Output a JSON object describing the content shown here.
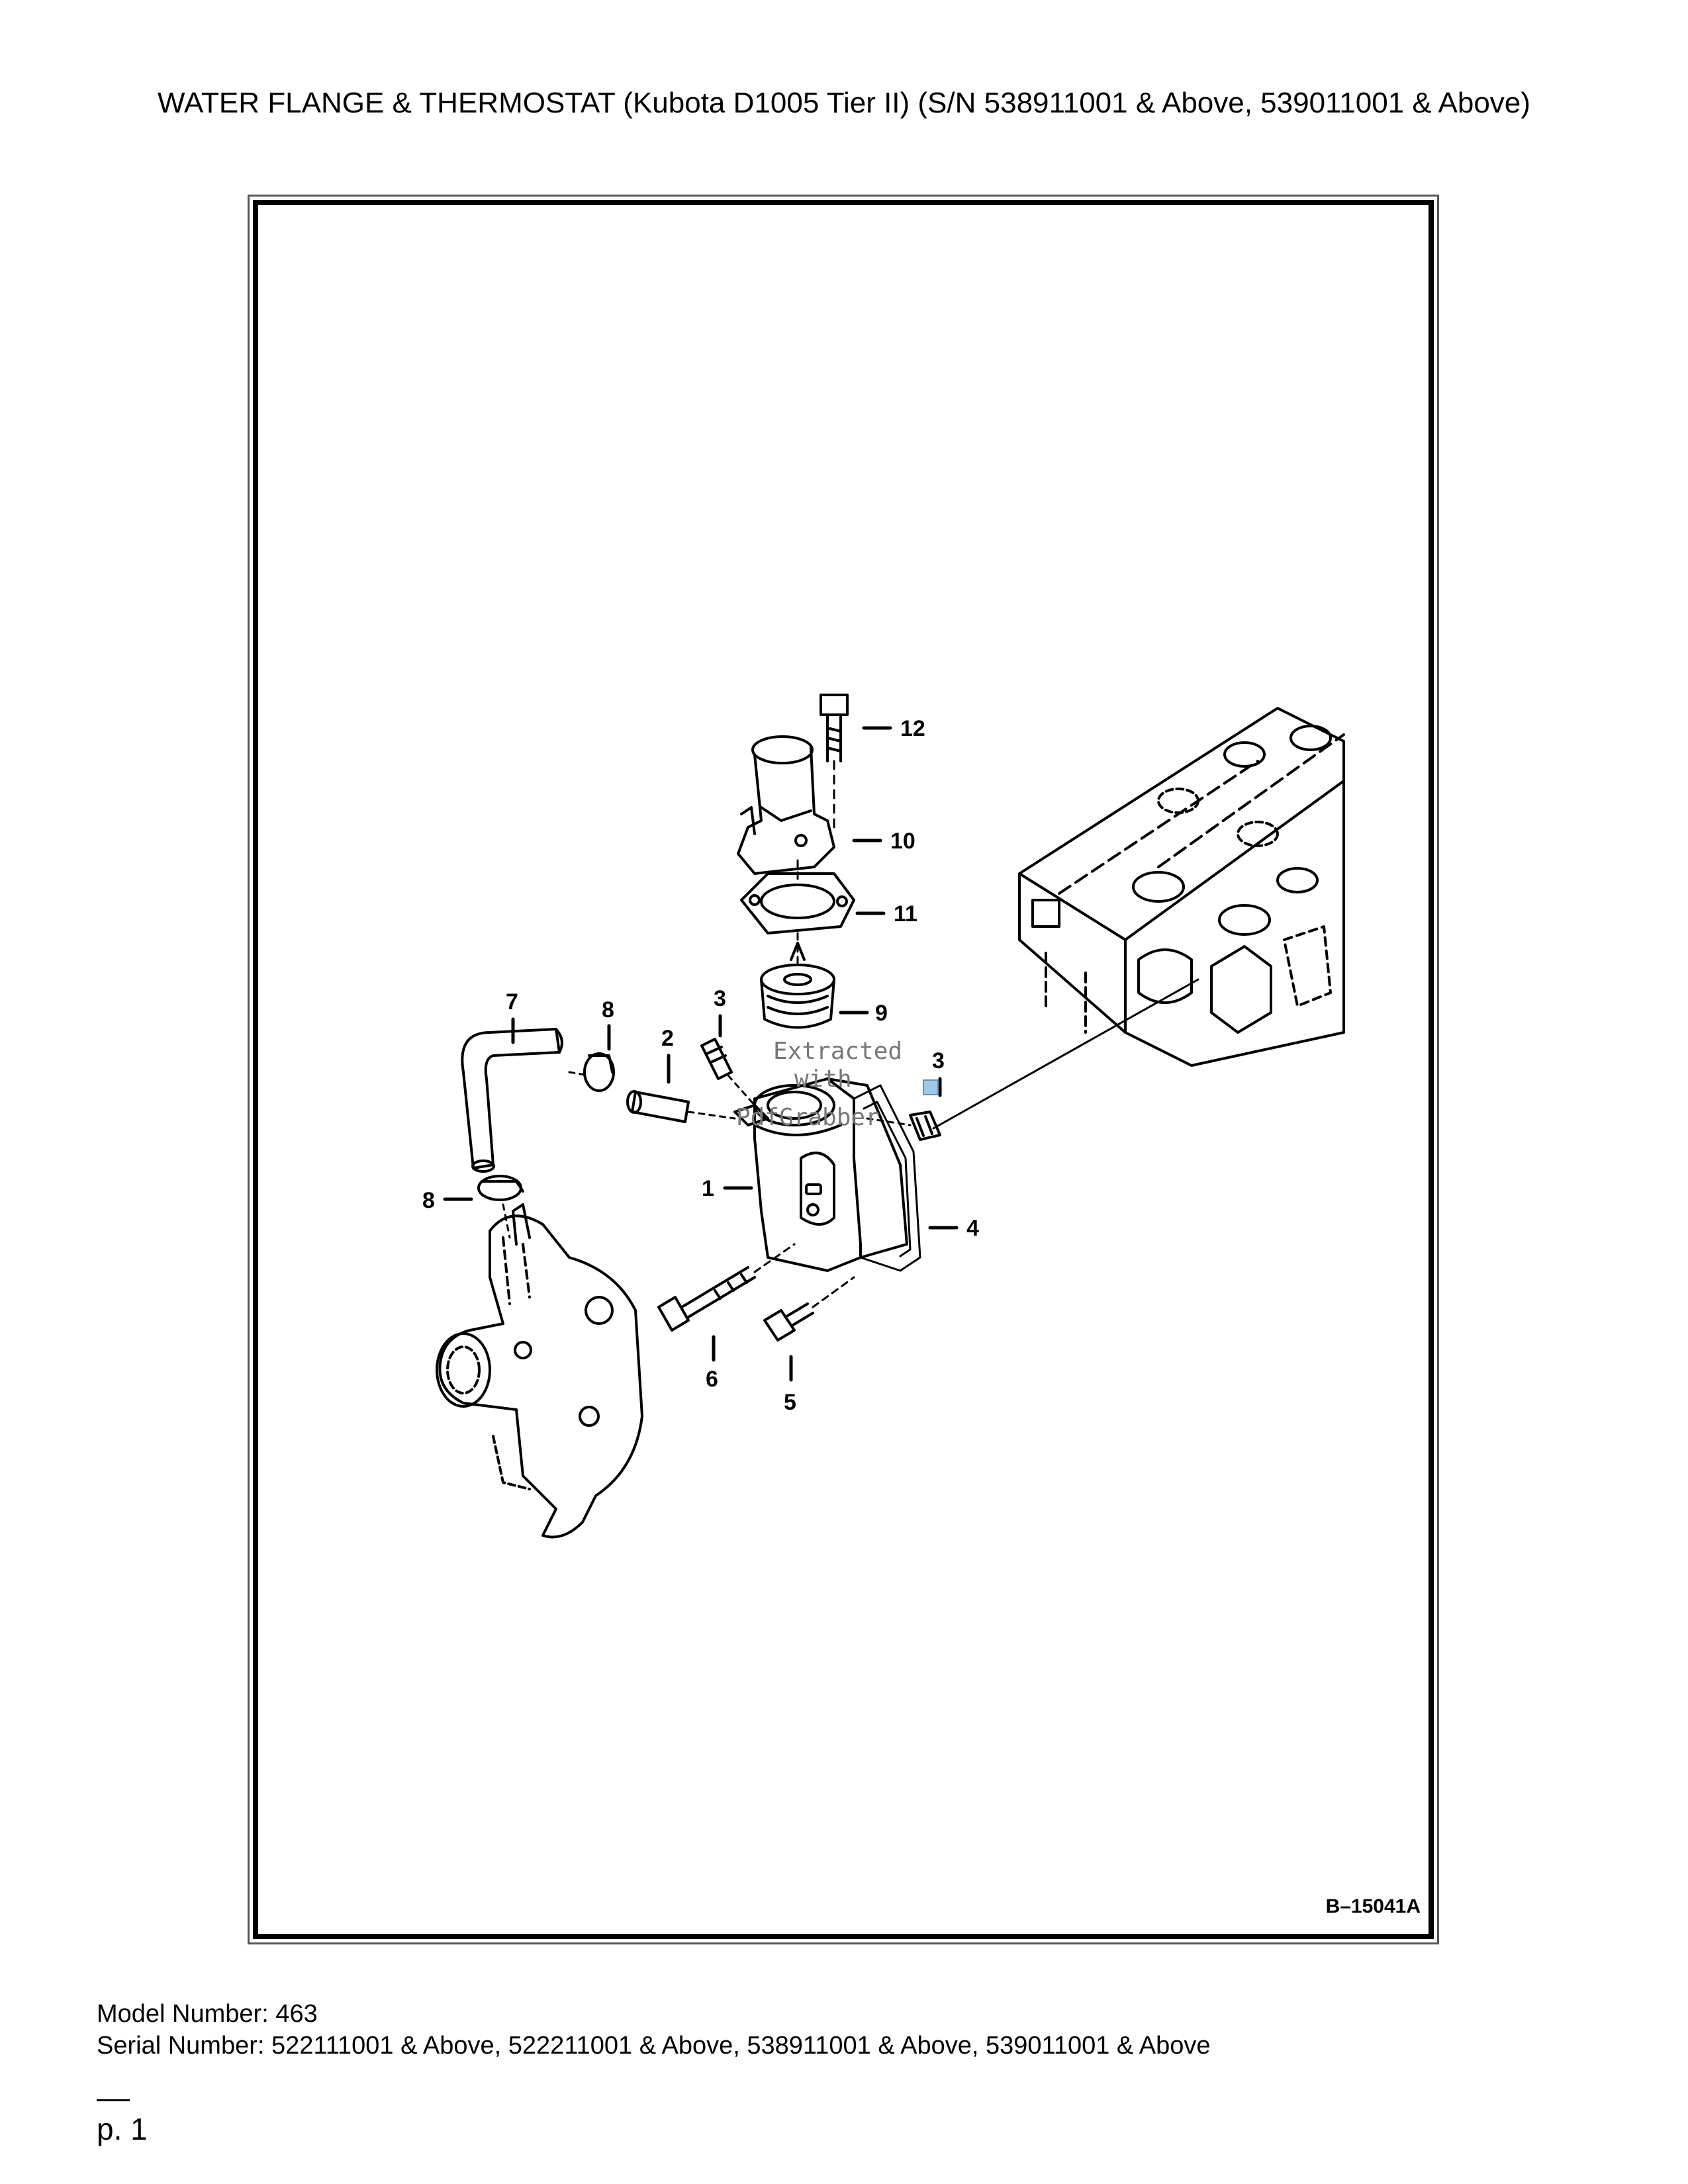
{
  "page": {
    "title": "WATER FLANGE & THERMOSTAT (Kubota D1005 Tier II) (S/N 538911001 & Above, 539011001 & Above)",
    "figure_id": "B–15041A",
    "footer": {
      "model_number": "Model Number: 463",
      "serial_number": "Serial Number: 522111001 & Above, 522211001 & Above, 538911001 & Above, 539011001 & Above"
    },
    "divider": "__",
    "page_label": "p. 1"
  },
  "diagram": {
    "callouts": [
      "12",
      "10",
      "11",
      "9",
      "3",
      "3",
      "7",
      "8",
      "2",
      "1",
      "4",
      "8",
      "6",
      "5"
    ],
    "watermark": {
      "line1": "Extracted",
      "line2": "with",
      "line3": "PdfGrabber"
    }
  }
}
